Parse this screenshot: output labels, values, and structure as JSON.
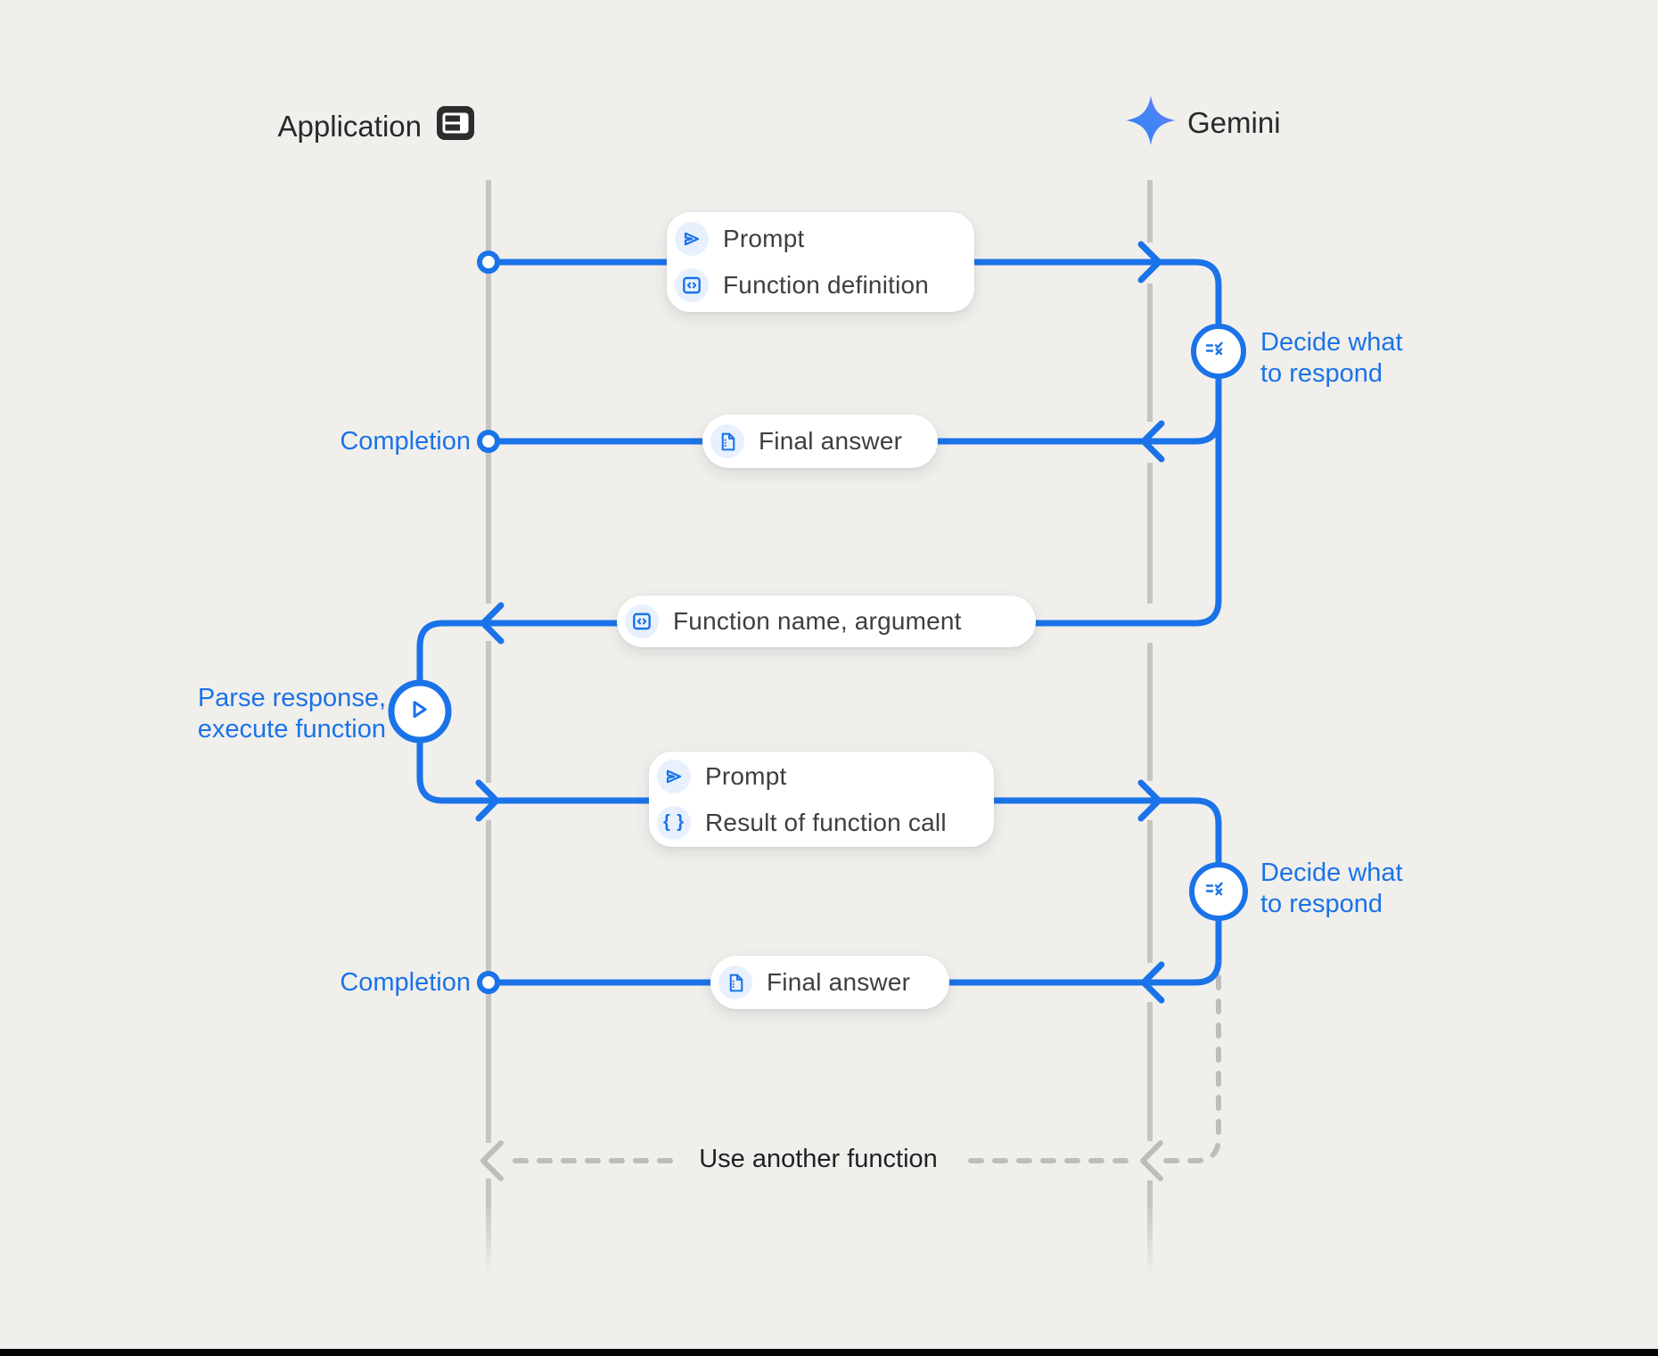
{
  "colors": {
    "background": "#f1efec",
    "accent_blue": "#1a73e8",
    "icon_circle_bg": "#e8f0fe",
    "lifeline_gray": "#c7c5c1",
    "dashed_gray": "#bfbdb9",
    "box_text": "#3c4043",
    "dark_text": "#202124",
    "gemini_star_blue": "#3e7df6",
    "gemini_star_purple": "#9a6ef4"
  },
  "header": {
    "application": "Application",
    "gemini": "Gemini"
  },
  "boxes": {
    "prompt_def": {
      "rows": [
        {
          "icon": "send-icon",
          "label": "Prompt"
        },
        {
          "icon": "code-box-icon",
          "label": "Function definition"
        }
      ]
    },
    "final_answer_1": {
      "rows": [
        {
          "icon": "document-icon",
          "label": "Final answer"
        }
      ]
    },
    "function_name": {
      "rows": [
        {
          "icon": "code-box-icon",
          "label": "Function name,  argument"
        }
      ]
    },
    "prompt_result": {
      "rows": [
        {
          "icon": "send-icon",
          "label": "Prompt"
        },
        {
          "icon": "braces-icon",
          "label": "Result of function call"
        }
      ]
    },
    "final_answer_2": {
      "rows": [
        {
          "icon": "document-icon",
          "label": "Final answer"
        }
      ]
    }
  },
  "labels": {
    "completion_1": "Completion",
    "completion_2": "Completion",
    "decide_1_line1": "Decide what",
    "decide_1_line2": "to respond",
    "decide_2_line1": "Decide what",
    "decide_2_line2": "to respond",
    "parse_line1": "Parse response,",
    "parse_line2": "execute function",
    "use_another_function": "Use another function"
  },
  "icons": {
    "braces_glyph": "{ }"
  }
}
